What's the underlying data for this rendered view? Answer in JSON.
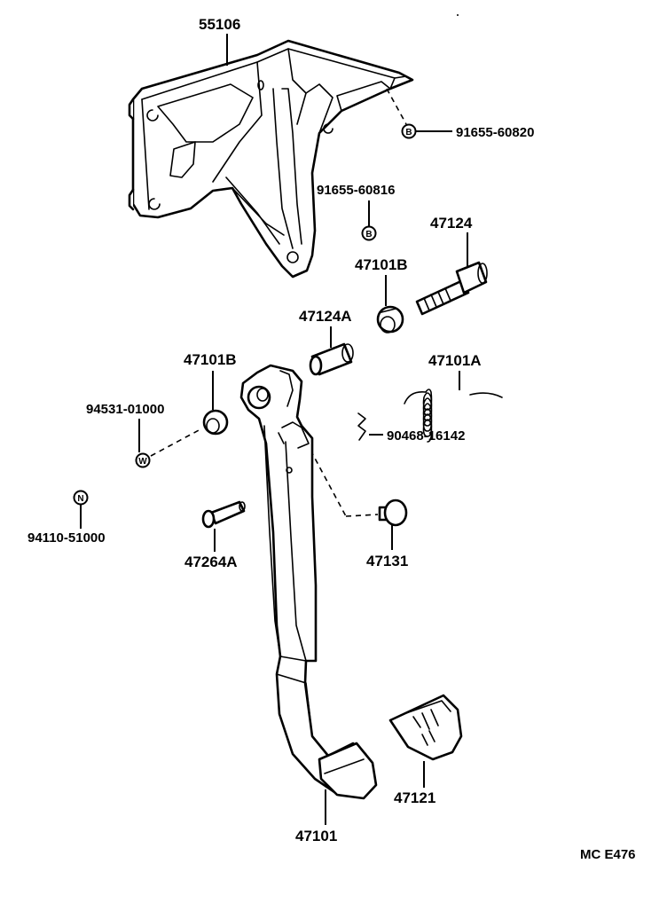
{
  "labels": {
    "bracket": "55106",
    "bolt_b1": "91655-60820",
    "bolt_b2": "91655-60816",
    "bolt": "47124",
    "bushing_upper": "47101B",
    "collar": "47124A",
    "bushing_left": "47101B",
    "spring": "47101A",
    "washer": "94531-01000",
    "clip": "90468-16142",
    "nut": "94110-51000",
    "pin": "47264A",
    "stopper": "47131",
    "pedal_pad": "47121",
    "pedal_arm": "47101",
    "code": "MC E476"
  },
  "symbols": {
    "b1": "B",
    "b2": "B",
    "w": "W",
    "n": "N"
  }
}
